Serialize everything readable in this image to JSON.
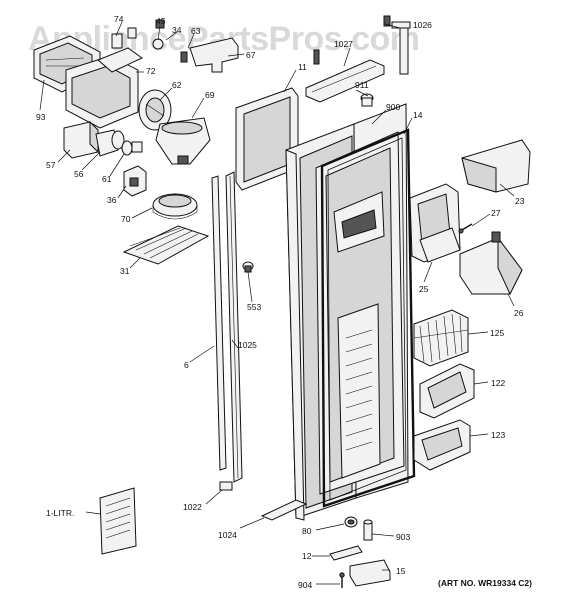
{
  "watermark": "AppliancePartsPros.com",
  "art_number": "(ART NO. WR19334 C2)",
  "callouts": {
    "c74": "74",
    "c45": "45",
    "c34": "34",
    "c63": "63",
    "c1026": "1026",
    "c1027": "1027",
    "c67": "67",
    "c11": "11",
    "c72": "72",
    "c911": "911",
    "c93": "93",
    "c62": "62",
    "c900": "900",
    "c14": "14",
    "c69": "69",
    "c57": "57",
    "c56": "56",
    "c61": "61",
    "c36": "36",
    "c23": "23",
    "c27": "27",
    "c70": "70",
    "c31": "31",
    "c25": "25",
    "c26": "26",
    "c553": "553",
    "c125": "125",
    "c6": "6",
    "c1025": "1025",
    "c122": "122",
    "c123": "123",
    "c1litr": "1-LITR.",
    "c1022": "1022",
    "c1024": "1024",
    "c80": "80",
    "c903": "903",
    "c12": "12",
    "c15": "15",
    "c904": "904"
  }
}
